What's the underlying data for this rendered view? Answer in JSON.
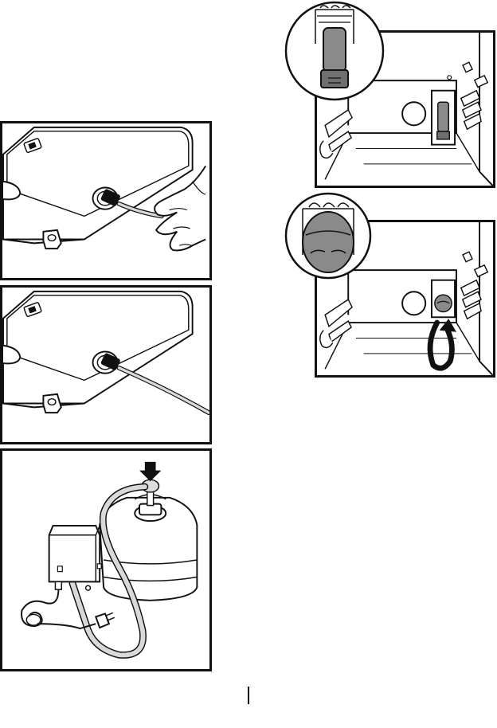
{
  "figures": [
    {
      "id": "p1",
      "name": "hose-connection-step",
      "tube": "inserting"
    },
    {
      "id": "p2",
      "name": "hose-connected-step",
      "tube": "connected"
    },
    {
      "id": "p3",
      "name": "pump-and-water-bottle-step"
    },
    {
      "id": "p4",
      "name": "filter-installation-step"
    },
    {
      "id": "p5",
      "name": "filter-rotation-step"
    }
  ],
  "icons": [
    "power-switch-icon",
    "down-arrow-icon",
    "rotate-arrow-icon",
    "power-plug-icon"
  ],
  "colors": {
    "line": "#111111",
    "tube": "#d9d9d9",
    "filter": "#8a8a8a",
    "filter_dark": "#6f6f6f"
  }
}
